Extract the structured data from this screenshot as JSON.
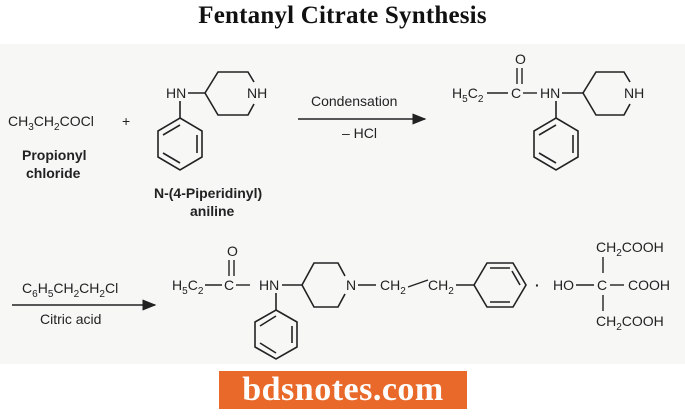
{
  "title": "Fentanyl Citrate Synthesis",
  "step1": {
    "reactant1": {
      "formula": "CH3CH2COCl",
      "name_line1": "Propionyl",
      "name_line2": "chloride"
    },
    "plus": "+",
    "reactant2": {
      "hn_label": "HN",
      "nh_label": "NH",
      "name_line1": "N-(4-Piperidinyl)",
      "name_line2": "aniline"
    },
    "arrow": {
      "above": "Condensation",
      "below": "– HCl"
    },
    "product": {
      "o_label": "O",
      "ethyl": "H5C2",
      "carbon": "C",
      "hn_label": "HN",
      "nh_label": "NH"
    }
  },
  "step2": {
    "arrow": {
      "above": "C6H5CH2CH2Cl",
      "below": "Citric acid"
    },
    "product": {
      "o_label": "O",
      "ethyl": "H5C2",
      "carbon": "C",
      "hn_label": "HN",
      "n_label": "N",
      "chain1": "CH2",
      "chain2": "CH2",
      "dot": "·",
      "citric": {
        "top": "CH2COOH",
        "ho": "HO",
        "carbon": "C",
        "right": "COOH",
        "bottom": "CH2COOH"
      }
    }
  },
  "watermark": {
    "text": "bdsnotes.com",
    "color": "#e8692a"
  }
}
